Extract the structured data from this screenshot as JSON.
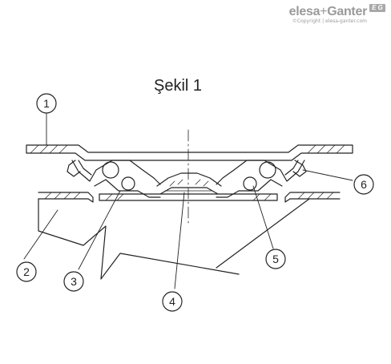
{
  "header": {
    "brand_main": "elesa",
    "brand_plus": "+",
    "brand_second": "Ganter",
    "copyright": "©Copyright | elesa-ganter.com",
    "badge": "E G"
  },
  "figure": {
    "title": "Şekil  1",
    "callouts": [
      "1",
      "2",
      "3",
      "4",
      "5",
      "6"
    ]
  }
}
